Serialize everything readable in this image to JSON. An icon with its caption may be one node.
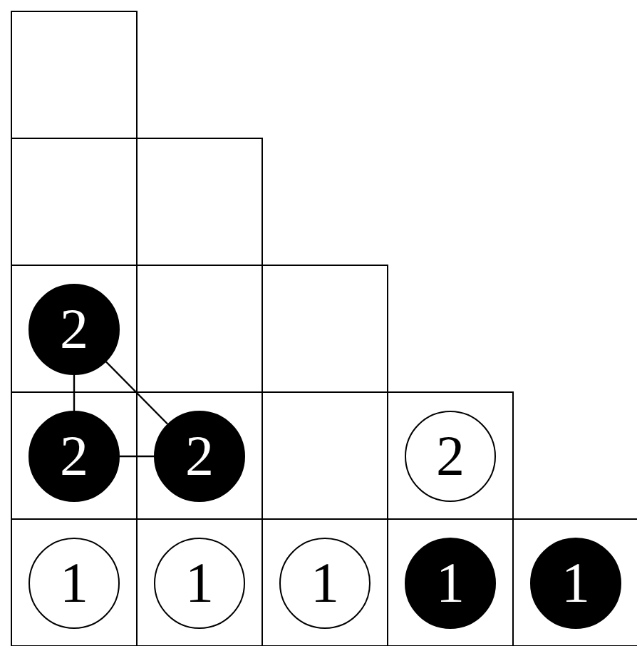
{
  "diagram": {
    "nodes": [
      {
        "text": [
          "2"
        ]
      },
      {
        "text": [
          "2"
        ]
      },
      {
        "text": [
          "2"
        ]
      },
      {
        "text": [
          "2"
        ]
      },
      {
        "text": [
          "1"
        ]
      },
      {
        "text": [
          "1"
        ]
      },
      {
        "text": [
          "1"
        ]
      },
      {
        "text": [
          "1"
        ]
      },
      {
        "text": [
          "1"
        ]
      }
    ],
    "edges": [
      {
        "from": 0,
        "to": 1,
        "arrow": "none"
      },
      {
        "from": 1,
        "to": 2,
        "arrow": "none"
      },
      {
        "from": 0,
        "to": 2,
        "arrow": "none"
      }
    ]
  }
}
